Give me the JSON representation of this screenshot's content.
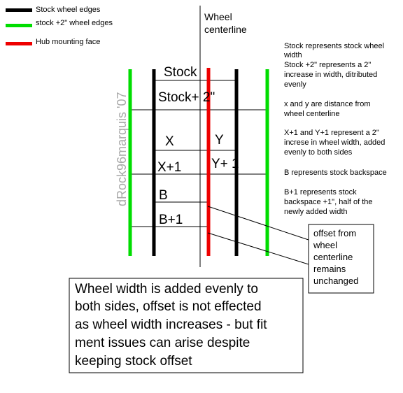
{
  "legend": {
    "items": [
      {
        "label": "Stock wheel edges",
        "color": "#000000"
      },
      {
        "label": "stock +2\" wheel edges",
        "color": "#00dd00"
      },
      {
        "label": "Hub mounting face",
        "color": "#ee0000"
      }
    ]
  },
  "centerline_label": [
    "Wheel",
    "centerline"
  ],
  "watermark": "dRock96marquis '07",
  "diagram_labels": {
    "stock": "Stock",
    "stock_plus": "Stock+ 2\"",
    "x": "X",
    "y": "Y",
    "x_plus": "X+1",
    "y_plus": "Y+ 1",
    "b": "B",
    "b_plus": "B+1"
  },
  "notes": [
    [
      "Stock represents stock wheel",
      "width"
    ],
    [
      "Stock +2\" represents a 2\"",
      "increase in width, ditributed",
      "evenly"
    ],
    [
      "x and y are distance from",
      "wheel centerline"
    ],
    [
      "X+1 and Y+1 represent a 2\"",
      "increse in wheel width, added",
      "evenly to both sides"
    ],
    [
      "B represents stock backspace"
    ],
    [
      "B+1 represents stock",
      "backspace +1\", half of the",
      "newly added width"
    ]
  ],
  "offset_box": [
    "offset from",
    "wheel",
    "centerline",
    "remains",
    "unchanged"
  ],
  "summary_box": [
    "Wheel width is added evenly to",
    "both sides, offset is not effected",
    "as wheel width increases - but fit",
    "ment issues can arise despite",
    "keeping stock offset"
  ]
}
